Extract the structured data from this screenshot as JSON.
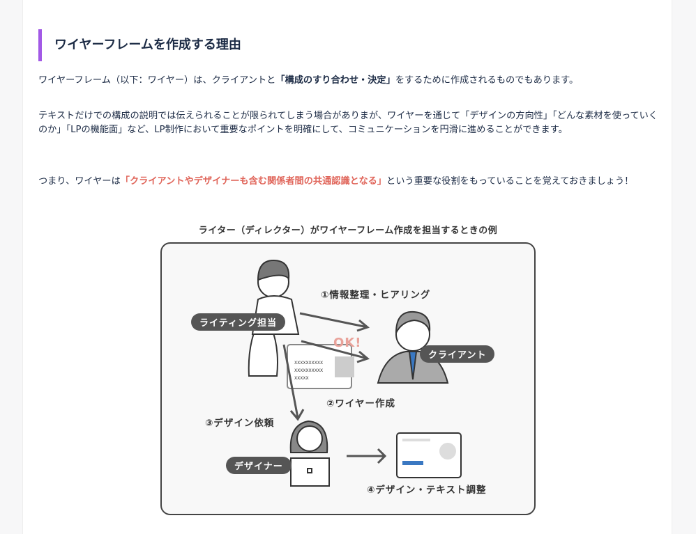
{
  "heading": "ワイヤーフレームを作成する理由",
  "p1": {
    "pre": "ワイヤーフレーム（以下：ワイヤー）は、クライアントと",
    "bold": "「構成のすり合わせ・決定」",
    "post": "をするために作成されるものでもあります。"
  },
  "p2": "テキストだけでの構成の説明では伝えられることが限られてしまう場合がありまが、ワイヤーを通じて「デザインの方向性」「どんな素材を使っていくのか」「LPの機能面」など、LP制作において重要なポイントを明確にして、コミュニケーションを円滑に進めることができます。",
  "p3": {
    "pre": "つまり、ワイヤーは",
    "red": "「クライアントやデザイナーも含む関係者間の共通認識となる」",
    "post": "という重要な役割をもっていることを覚えておきましょう！"
  },
  "figure": {
    "caption": "ライター（ディレクター）がワイヤーフレーム作成を担当するときの例",
    "step1": "①情報整理・ヒアリング",
    "step2": "②ワイヤー作成",
    "step3": "③デザイン依頼",
    "step4": "④デザイン・テキスト調整",
    "writer": "ライティング担当",
    "client": "クライアント",
    "designer": "デザイナー",
    "ok": "OK!",
    "wire_lines": [
      "XXXXXXXXXX",
      "XXXXXXXXXX",
      "XXXXX"
    ]
  },
  "colors": {
    "accent": "#a259e6",
    "highlight": "#e0655a"
  }
}
